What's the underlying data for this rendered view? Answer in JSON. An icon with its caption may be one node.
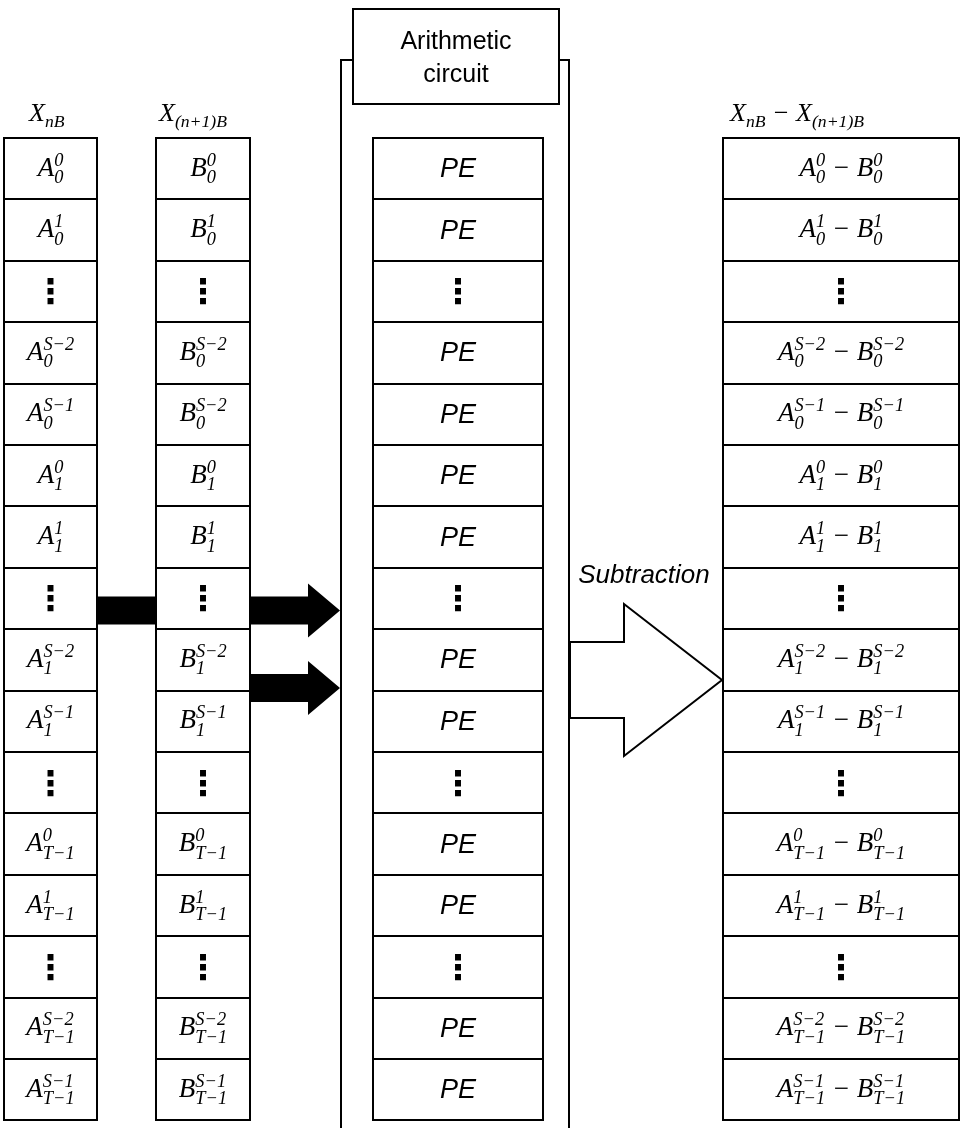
{
  "diagram": {
    "nodes": [
      {
        "text": [
          "X$_{nB}$"
        ]
      },
      {
        "text": [
          "A$_{0}$$^{0}$"
        ],
        "in": 0
      },
      {
        "text": [
          "A$_{0}$$^{1}$"
        ],
        "in": 0
      },
      {
        "text": [
          "⋮"
        ],
        "in": 0
      },
      {
        "text": [
          "A$_{0}$$^{S−2}$"
        ],
        "in": 0
      },
      {
        "text": [
          "A$_{0}$$^{S−1}$"
        ],
        "in": 0
      },
      {
        "text": [
          "A$_{1}$$^{0}$"
        ],
        "in": 0
      },
      {
        "text": [
          "A$_{1}$$^{1}$"
        ],
        "in": 0
      },
      {
        "text": [
          "⋮"
        ],
        "in": 0
      },
      {
        "text": [
          "A$_{1}$$^{S−2}$"
        ],
        "in": 0
      },
      {
        "text": [
          "A$_{1}$$^{S−1}$"
        ],
        "in": 0
      },
      {
        "text": [
          "⋮"
        ],
        "in": 0
      },
      {
        "text": [
          "A$_{T−1}$$^{0}$"
        ],
        "in": 0
      },
      {
        "text": [
          "A$_{T−1}$$^{1}$"
        ],
        "in": 0
      },
      {
        "text": [
          "⋮"
        ],
        "in": 0
      },
      {
        "text": [
          "A$_{T−1}$$^{S−2}$"
        ],
        "in": 0
      },
      {
        "text": [
          "A$_{T−1}$$^{S−1}$"
        ],
        "in": 0
      },
      {
        "text": [
          "X$_{(n+1)B}$"
        ]
      },
      {
        "text": [
          "B$_{0}$$^{0}$"
        ],
        "in": 17
      },
      {
        "text": [
          "B$_{0}$$^{1}$"
        ],
        "in": 17
      },
      {
        "text": [
          "⋮"
        ],
        "in": 17
      },
      {
        "text": [
          "B$_{0}$$^{S−2}$"
        ],
        "in": 17
      },
      {
        "text": [
          "B$_{0}$$^{S−2}$"
        ],
        "in": 17
      },
      {
        "text": [
          "B$_{1}$$^{0}$"
        ],
        "in": 17
      },
      {
        "text": [
          "B$_{1}$$^{1}$"
        ],
        "in": 17
      },
      {
        "text": [
          "⋮"
        ],
        "in": 17
      },
      {
        "text": [
          "B$_{1}$$^{S−2}$"
        ],
        "in": 17
      },
      {
        "text": [
          "B$_{1}$$^{S−1}$"
        ],
        "in": 17
      },
      {
        "text": [
          "⋮"
        ],
        "in": 17
      },
      {
        "text": [
          "B$_{T−1}$$^{0}$"
        ],
        "in": 17
      },
      {
        "text": [
          "B$_{T−1}$$^{1}$"
        ],
        "in": 17
      },
      {
        "text": [
          "⋮"
        ],
        "in": 17
      },
      {
        "text": [
          "B$_{T−1}$$^{S−2}$"
        ],
        "in": 17
      },
      {
        "text": [
          "B$_{T−1}$$^{S−1}$"
        ],
        "in": 17
      },
      {
        "text": [
          "Arithmetic circuit"
        ]
      },
      {
        "text": [
          "PE"
        ],
        "in": 34
      },
      {
        "text": [
          "PE"
        ],
        "in": 34
      },
      {
        "text": [
          "⋮"
        ],
        "in": 34
      },
      {
        "text": [
          "PE"
        ],
        "in": 34
      },
      {
        "text": [
          "PE"
        ],
        "in": 34
      },
      {
        "text": [
          "PE"
        ],
        "in": 34
      },
      {
        "text": [
          "PE"
        ],
        "in": 34
      },
      {
        "text": [
          "⋮"
        ],
        "in": 34
      },
      {
        "text": [
          "PE"
        ],
        "in": 34
      },
      {
        "text": [
          "PE"
        ],
        "in": 34
      },
      {
        "text": [
          "⋮"
        ],
        "in": 34
      },
      {
        "text": [
          "PE"
        ],
        "in": 34
      },
      {
        "text": [
          "PE"
        ],
        "in": 34
      },
      {
        "text": [
          "⋮"
        ],
        "in": 34
      },
      {
        "text": [
          "PE"
        ],
        "in": 34
      },
      {
        "text": [
          "PE"
        ],
        "in": 34
      },
      {
        "text": [
          "X$_{nB}$ − X$_{(n+1)B}$"
        ]
      },
      {
        "text": [
          "A$_{0}$$^{0}$ − B$_{0}$$^{0}$"
        ],
        "in": 51
      },
      {
        "text": [
          "A$_{0}$$^{1}$ − B$_{0}$$^{1}$"
        ],
        "in": 51
      },
      {
        "text": [
          "⋮"
        ],
        "in": 51
      },
      {
        "text": [
          "A$_{0}$$^{S−2}$ − B$_{0}$$^{S−2}$"
        ],
        "in": 51
      },
      {
        "text": [
          "A$_{0}$$^{S−1}$ − B$_{0}$$^{S−1}$"
        ],
        "in": 51
      },
      {
        "text": [
          "A$_{1}$$^{0}$ − B$_{1}$$^{0}$"
        ],
        "in": 51
      },
      {
        "text": [
          "A$_{1}$$^{1}$ − B$_{1}$$^{1}$"
        ],
        "in": 51
      },
      {
        "text": [
          "⋮"
        ],
        "in": 51
      },
      {
        "text": [
          "A$_{1}$$^{S−2}$ − B$_{1}$$^{S−2}$"
        ],
        "in": 51
      },
      {
        "text": [
          "A$_{1}$$^{S−1}$ − B$_{1}$$^{S−1}$"
        ],
        "in": 51
      },
      {
        "text": [
          "⋮"
        ],
        "in": 51
      },
      {
        "text": [
          "A$_{T−1}$$^{0}$ − B$_{T−1}$$^{0}$"
        ],
        "in": 51
      },
      {
        "text": [
          "A$_{T−1}$$^{1}$ − B$_{T−1}$$^{1}$"
        ],
        "in": 51
      },
      {
        "text": [
          "⋮"
        ],
        "in": 51
      },
      {
        "text": [
          "A$_{T−1}$$^{S−2}$ − B$_{T−1}$$^{S−2}$"
        ],
        "in": 51
      },
      {
        "text": [
          "A$_{T−1}$$^{S−1}$ − B$_{T−1}$$^{S−1}$"
        ],
        "in": 51
      }
    ],
    "edges": [
      {
        "from": 8,
        "to": 25,
        "arrow": "none",
        "style": "thick"
      },
      {
        "from": 25,
        "to": 34,
        "arrow": "to",
        "style": "thick"
      },
      {
        "from": 26,
        "to": 34,
        "arrow": "to",
        "style": "thick"
      },
      {
        "from": 34,
        "to": 51,
        "arrow": "to",
        "label": "Subtraction"
      }
    ]
  }
}
